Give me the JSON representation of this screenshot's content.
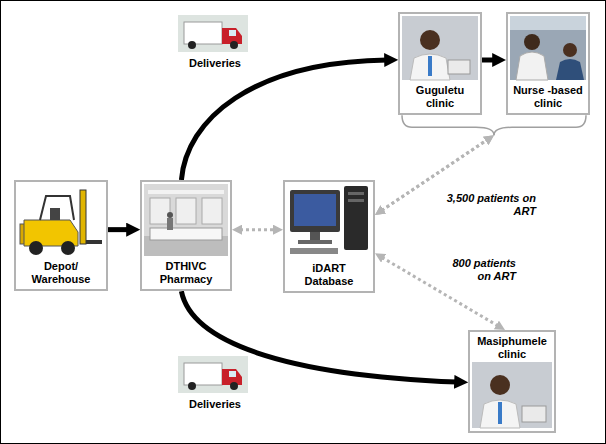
{
  "diagram": {
    "nodes": [
      {
        "text": [
          "Guguletu clinic"
        ]
      },
      {
        "text": [
          "Nurse -based clinic"
        ]
      },
      {
        "text": [
          "Depot/ Warehouse"
        ]
      },
      {
        "text": [
          "DTHIVC Pharmacy"
        ]
      },
      {
        "text": [
          "iDART Database"
        ]
      },
      {
        "text": [
          "Masiphumele clinic"
        ]
      }
    ],
    "edges": [
      {
        "from": 2,
        "to": 3,
        "arrow": "to"
      },
      {
        "from": 3,
        "to": 0,
        "arrow": "to",
        "label": "Deliveries"
      },
      {
        "from": 3,
        "to": 5,
        "arrow": "to",
        "label": "Deliveries"
      },
      {
        "from": 3,
        "to": 4,
        "arrow": "both"
      },
      {
        "from": 0,
        "to": 1,
        "arrow": "to"
      },
      {
        "from": 4,
        "to": 0,
        "arrow": "both",
        "label": "3,500 patients on ART"
      },
      {
        "from": 4,
        "to": 1,
        "arrow": "both"
      },
      {
        "from": 4,
        "to": 5,
        "arrow": "both",
        "label": "800 patients on ART"
      }
    ]
  }
}
